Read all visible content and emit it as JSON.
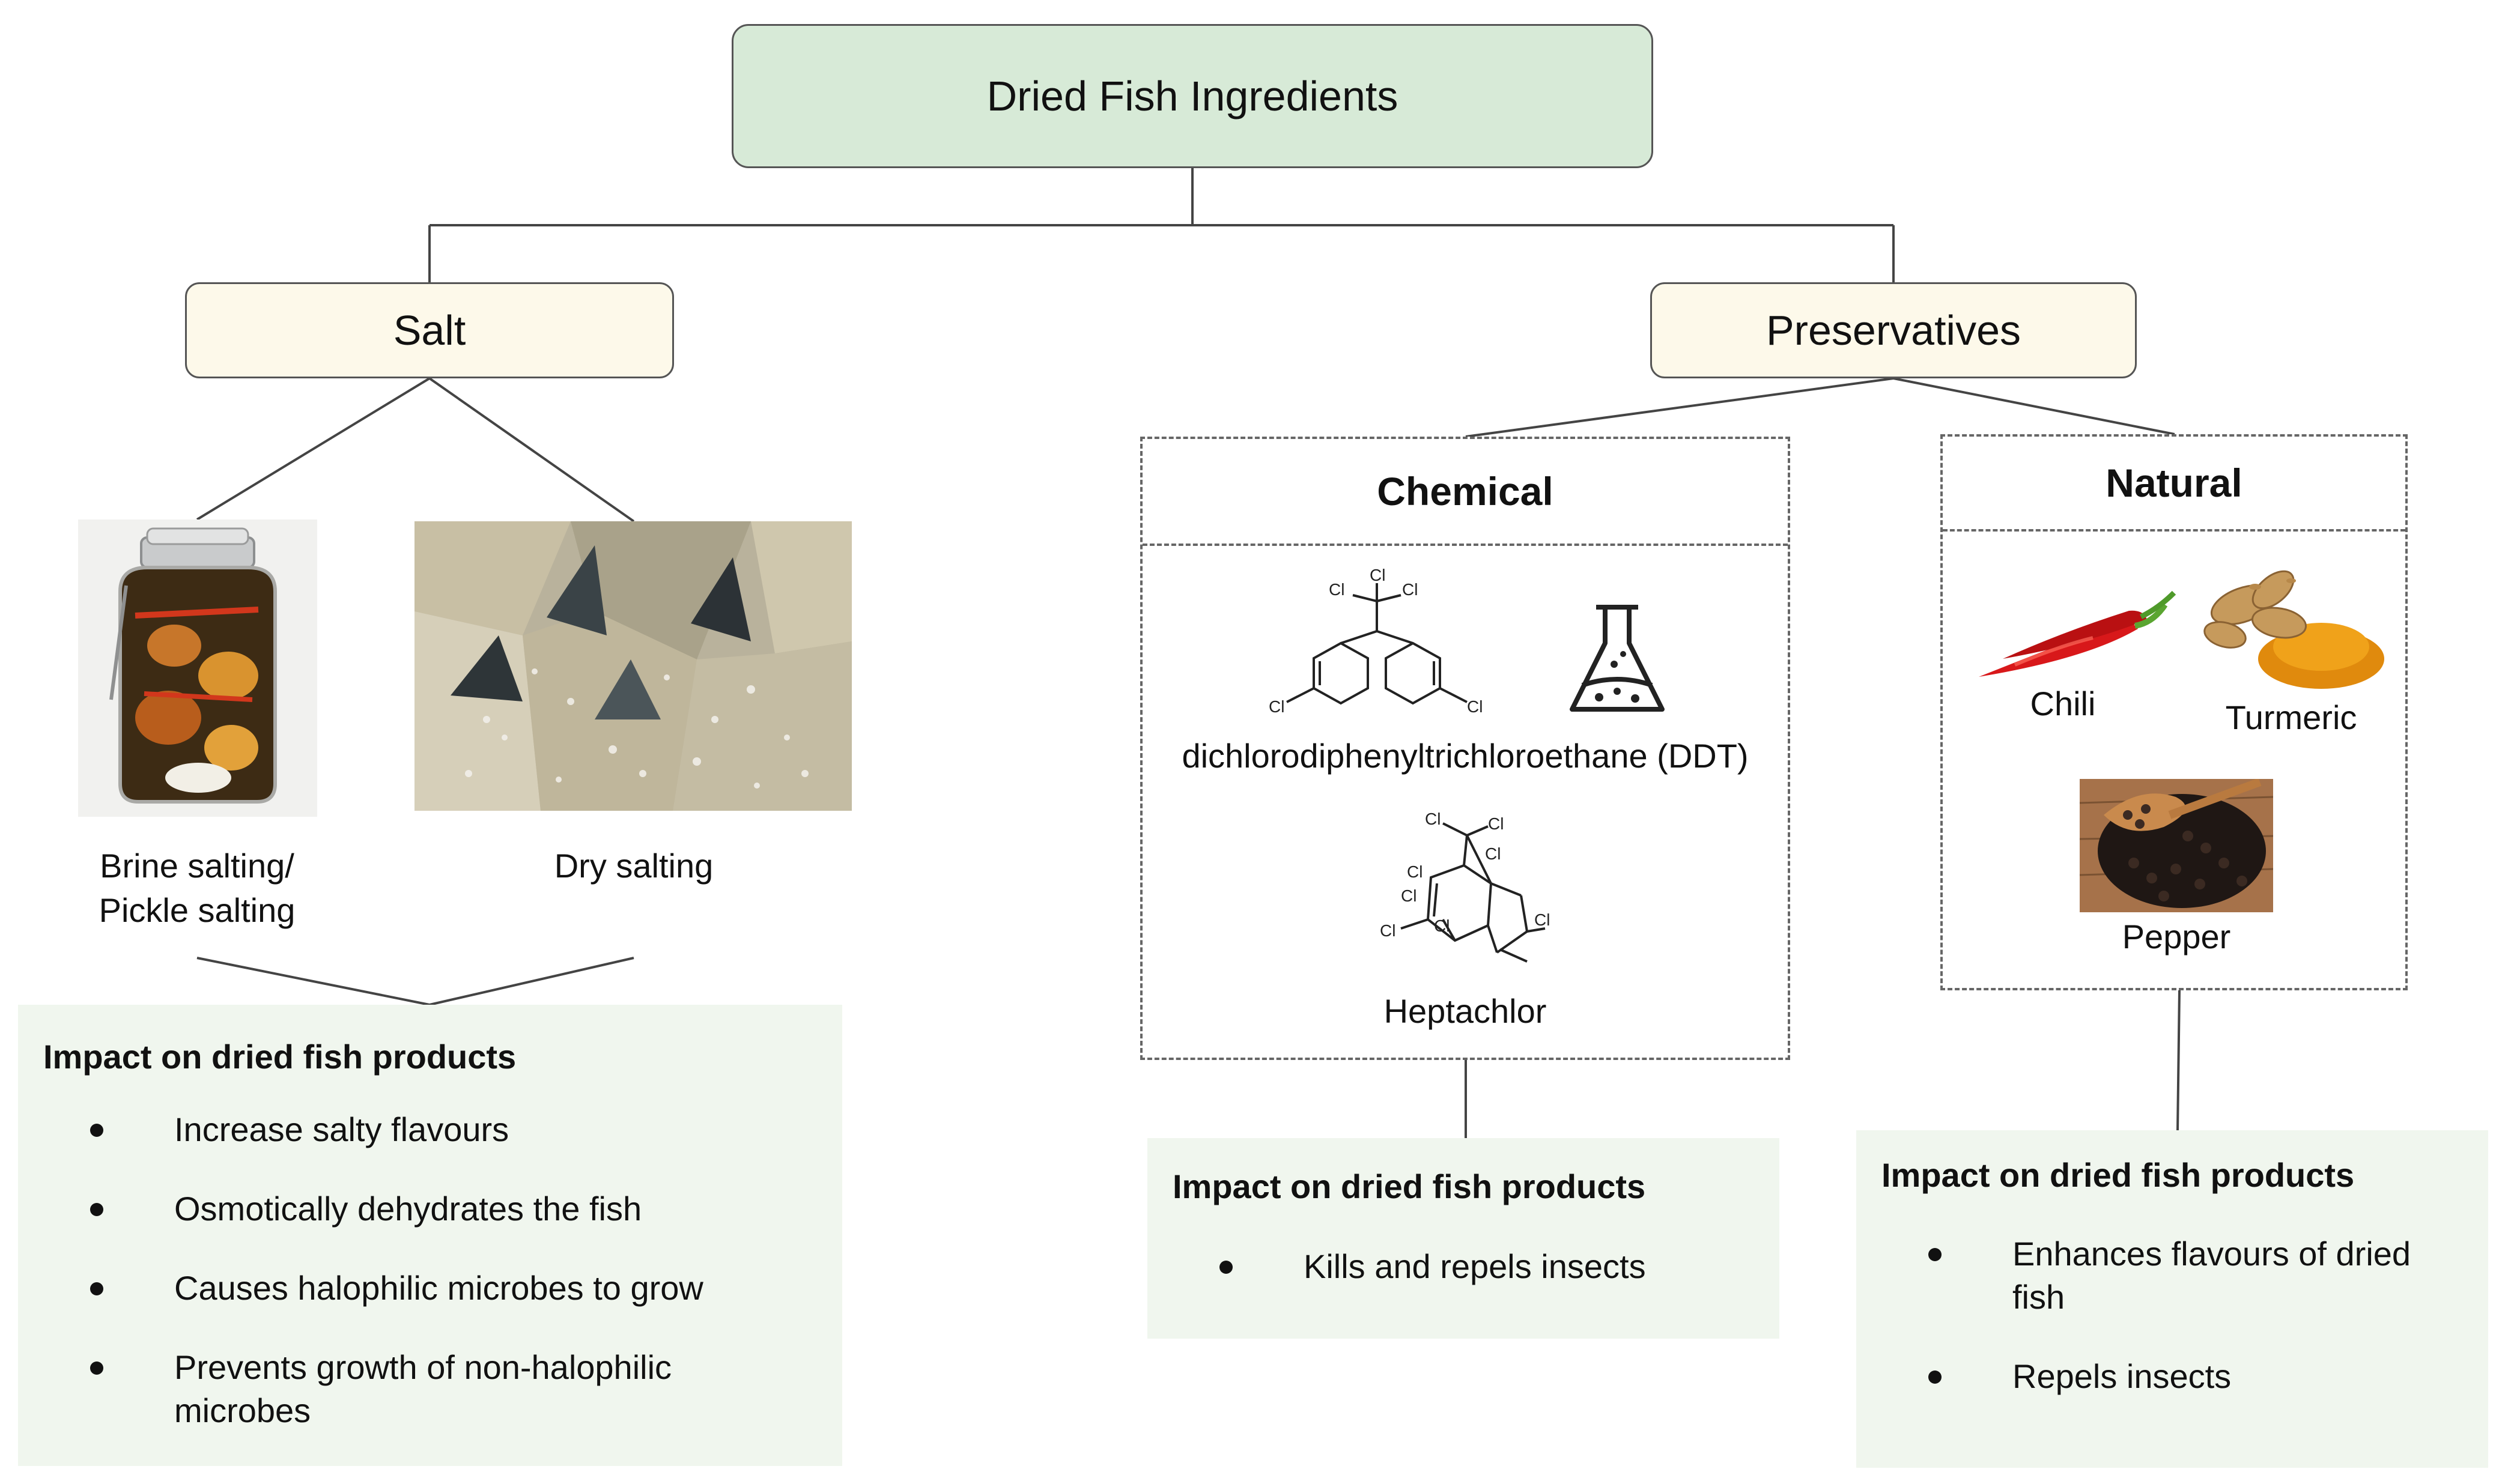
{
  "root": {
    "title": "Dried Fish Ingredients"
  },
  "salt": {
    "title": "Salt",
    "methods": [
      {
        "label_line1": "Brine salting/",
        "label_line2": "Pickle salting",
        "image_icon": "pickle-jar-icon"
      },
      {
        "label_line1": "Dry salting",
        "image_icon": "salted-fish-icon"
      }
    ],
    "impact": {
      "heading": "Impact on dried fish products",
      "items": [
        {
          "line1": "Increase salty flavours",
          "line2": ""
        },
        {
          "line1": "Osmotically dehydrates the fish",
          "line2": ""
        },
        {
          "line1": "Causes halophilic microbes to grow",
          "line2": ""
        },
        {
          "line1": "Prevents growth of non-halophilic",
          "line2": "microbes"
        }
      ]
    }
  },
  "preservatives": {
    "title": "Preservatives",
    "chemical": {
      "title": "Chemical",
      "ddt_label": "dichlorodiphenyltrichloroethane (DDT)",
      "heptachlor_label": "Heptachlor",
      "atom_label": "Cl",
      "icons": [
        "ddt-structure-icon",
        "flask-icon",
        "heptachlor-structure-icon"
      ],
      "impact": {
        "heading": "Impact on dried fish products",
        "items": [
          {
            "line1": "Kills and repels insects",
            "line2": ""
          }
        ]
      }
    },
    "natural": {
      "title": "Natural",
      "chili_label": "Chili",
      "turmeric_label": "Turmeric",
      "pepper_label": "Pepper",
      "icons": [
        "chili-icon",
        "turmeric-icon",
        "pepper-icon"
      ],
      "impact": {
        "heading": "Impact on dried fish products",
        "items": [
          {
            "line1": "Enhances flavours of dried",
            "line2": "fish"
          },
          {
            "line1": "Repels insects",
            "line2": ""
          }
        ]
      }
    }
  },
  "colors": {
    "root_fill": "#d7ead7",
    "category_fill": "#fdf9ea",
    "impact_fill": "#f0f6ee",
    "line": "#444444",
    "dashed_border": "#666666"
  }
}
